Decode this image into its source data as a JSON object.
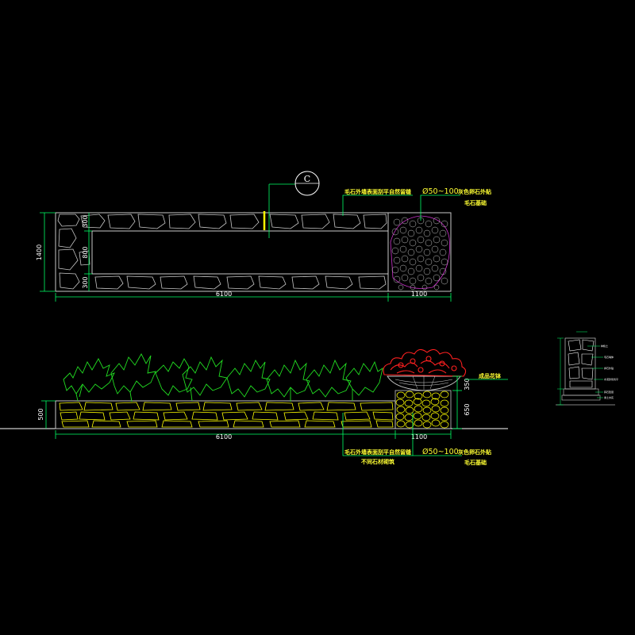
{
  "drawing": {
    "background": "#000000",
    "line_colors": {
      "outline": "#c8c8c8",
      "stone": "#ffff00",
      "dimension": "#00ff66",
      "leader": "#00ff66",
      "flower": "#ff2020",
      "pebble_border": "#cc33cc",
      "plant": "#22dd22"
    }
  },
  "plan": {
    "section_marker": "C",
    "dimensions": {
      "overall_width": "1400",
      "top_border": "300",
      "inner_height": "800",
      "bottom_border": "300",
      "length_main": "6100",
      "length_end": "1100"
    },
    "notes": {
      "stone_face": "毛石外墙表面刮平自然留缝",
      "pebble_size": "Ø50~100",
      "pebble_desc": "灰色卵石外贴",
      "base": "毛石基础"
    }
  },
  "elevation": {
    "dimensions": {
      "wall_height": "500",
      "bowl_height": "350",
      "pedestal_height": "650",
      "length_main": "6100",
      "length_end": "1100"
    },
    "notes": {
      "flower_bowl": "成品花钵",
      "stone_face": "毛石外墙表面刮平自然留缝",
      "stone_face_sub": "不同石材砌筑",
      "pebble_size": "Ø50~100",
      "pebble_desc": "灰色卵石外贴",
      "base": "毛石基础"
    }
  },
  "section_detail": {
    "notes": [
      "种植土",
      "毛石墙体",
      "卵石外贴",
      "水泥砂浆找平",
      "碎石垫层",
      "素土夯实"
    ]
  }
}
